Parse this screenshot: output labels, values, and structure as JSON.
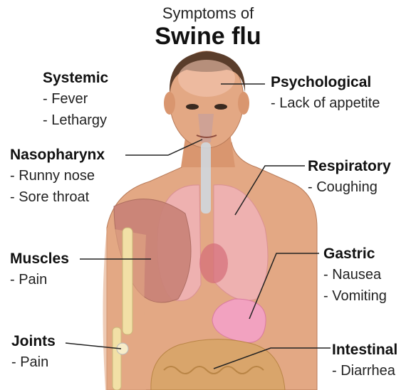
{
  "title": {
    "line1": "Symptoms of",
    "line2": "Swine flu"
  },
  "groups": {
    "systemic": {
      "heading": "Systemic",
      "items": [
        "- Fever",
        "- Lethargy"
      ]
    },
    "psychological": {
      "heading": "Psychological",
      "items": [
        "- Lack of appetite"
      ]
    },
    "nasopharynx": {
      "heading": "Nasopharynx",
      "items": [
        "- Runny nose",
        "- Sore throat"
      ]
    },
    "respiratory": {
      "heading": "Respiratory",
      "items": [
        "- Coughing"
      ]
    },
    "muscles": {
      "heading": "Muscles",
      "items": [
        "- Pain"
      ]
    },
    "gastric": {
      "heading": "Gastric",
      "items": [
        "- Nausea",
        "- Vomiting"
      ]
    },
    "joints": {
      "heading": "Joints",
      "items": [
        "- Pain"
      ]
    },
    "intestinal": {
      "heading": "Intestinal",
      "items": [
        "- Diarrhea"
      ]
    }
  },
  "colors": {
    "skin": "#e3a884",
    "skin_shadow": "#c98a66",
    "hair": "#5a3d2b",
    "lungs": "#f0b3b8",
    "muscle": "#c98277",
    "bone": "#f2e0a6",
    "stomach": "#f2a2c0",
    "intestine": "#d9a56b",
    "leader_line": "#222222"
  }
}
